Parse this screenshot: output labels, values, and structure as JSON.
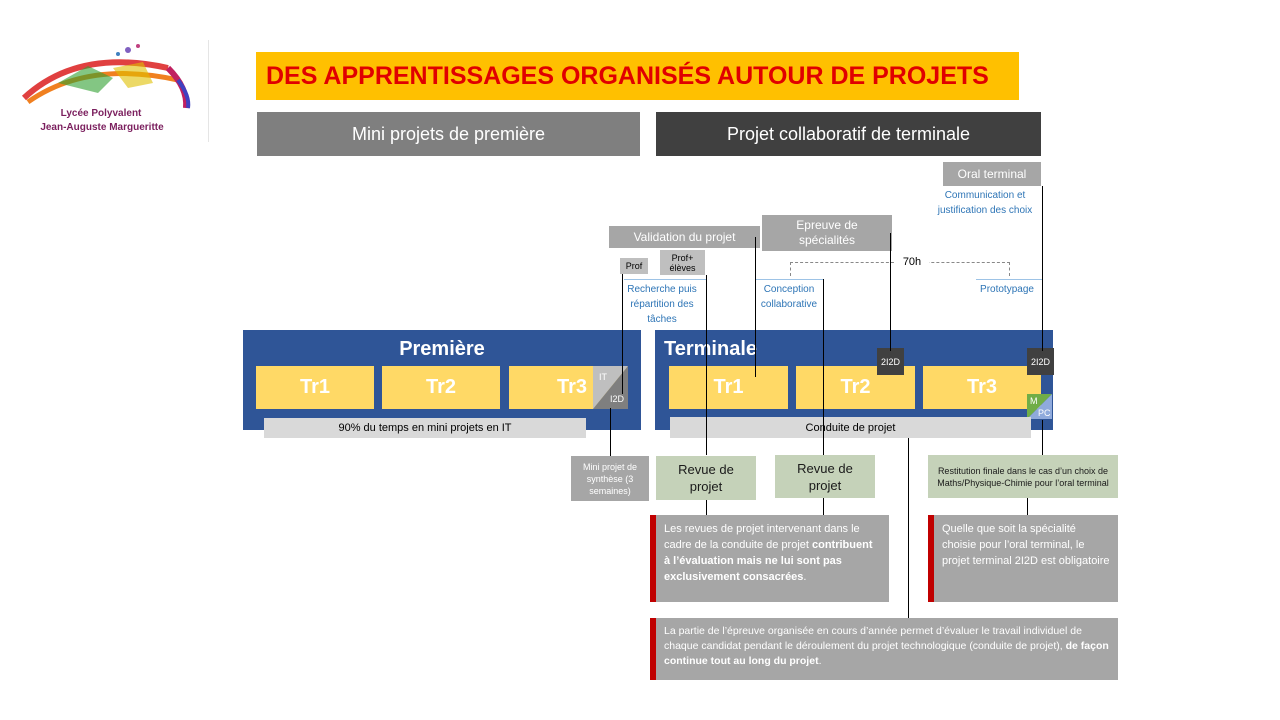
{
  "logo": {
    "line1": "Lycée Polyvalent",
    "line2": "Jean-Auguste Margueritte"
  },
  "title": "DES APPRENTISSAGES ORGANISÉS AUTOUR DE PROJETS",
  "headers": {
    "left": "Mini projets de première",
    "right": "Projet collaboratif de terminale"
  },
  "top_boxes": {
    "oral_terminal": "Oral terminal",
    "oral_desc": "Communication et justification des choix",
    "validation": "Validation du projet",
    "epreuve": "Epreuve de spécialités",
    "prof": "Prof",
    "prof_eleves": "Prof+ élèves",
    "duration": "70h"
  },
  "labels": {
    "recherche": "Recherche puis répartition des tâches",
    "conception": "Conception collaborative",
    "prototypage": "Prototypage"
  },
  "premiere": {
    "title": "Première",
    "tr": [
      "Tr1",
      "Tr2",
      "Tr3"
    ],
    "it": "IT",
    "i2d": "I2D",
    "bar": "90% du temps en mini projets en IT"
  },
  "terminale": {
    "title": "Terminale",
    "tr": [
      "Tr1",
      "Tr2",
      "Tr3"
    ],
    "tag1": "2I2D",
    "tag2": "2I2D",
    "m": "M",
    "pc": "PC",
    "bar": "Conduite de projet"
  },
  "bottom_boxes": {
    "mini_synthese": "Mini projet de synthèse (3 semaines)",
    "revue1": "Revue de projet",
    "revue2": "Revue de projet",
    "restitution": "Restitution finale dans le cas d’un choix de Maths/Physique-Chimie pour l’oral terminal"
  },
  "notes": {
    "n1_a": "Les revues de projet intervenant dans le cadre de la conduite de projet ",
    "n1_b": "contribuent à l’évaluation",
    "n1_c": " ",
    "n1_d": "mais ne lui sont pas exclusivement consacrées",
    "n1_e": ".",
    "n2": "Quelle que soit la spécialité choisie pour l’oral terminal, le projet terminal 2I2D est obligatoire",
    "n3_a": "La partie de l’épreuve organisée en cours d’année permet d’évaluer le travail individuel de chaque candidat pendant le déroulement du projet technologique (conduite de projet), ",
    "n3_b": "de façon continue tout au long du projet",
    "n3_c": "."
  },
  "colors": {
    "title_bg": "#ffc000",
    "title_text": "#e00000",
    "band": "#2f5597",
    "tr": "#ffd966",
    "gray": "#a6a6a6",
    "green": "#c5d2b9",
    "note_bar": "#c00000"
  }
}
